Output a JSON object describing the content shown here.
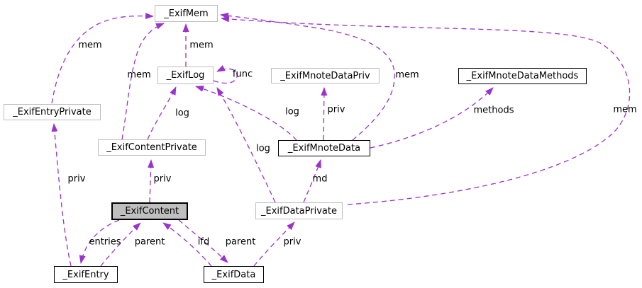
{
  "diagram": {
    "kind": "doxygen-collaboration-graph",
    "selected_struct": "_ExifContent",
    "colors": {
      "edge": "#9a32cd",
      "node_border_plain": "#bebebe",
      "node_border_documented": "#000000",
      "selected_fill": "#bfbfbf",
      "background": "#ffffff",
      "text": "#000000"
    }
  },
  "nodes": [
    {
      "label": "_ExifMem",
      "style": "plain"
    },
    {
      "label": "_ExifLog",
      "style": "plain"
    },
    {
      "label": "_ExifMnoteDataPriv",
      "style": "plain"
    },
    {
      "label": "_ExifMnoteDataMethods",
      "style": "documented"
    },
    {
      "label": "_ExifEntryPrivate",
      "style": "plain"
    },
    {
      "label": "_ExifContentPrivate",
      "style": "plain"
    },
    {
      "label": "_ExifMnoteData",
      "style": "documented"
    },
    {
      "label": "_ExifContent",
      "style": "selected"
    },
    {
      "label": "_ExifDataPrivate",
      "style": "plain"
    },
    {
      "label": "_ExifEntry",
      "style": "documented"
    },
    {
      "label": "_ExifData",
      "style": "documented"
    }
  ],
  "edges": [
    {
      "label": "mem",
      "from": "_ExifEntryPrivate",
      "to": "_ExifMem"
    },
    {
      "label": "mem",
      "from": "_ExifLog",
      "to": "_ExifMem"
    },
    {
      "label": "mem",
      "from": "_ExifContentPrivate",
      "to": "_ExifMem"
    },
    {
      "label": "func",
      "from": "_ExifLog",
      "to": "_ExifLog"
    },
    {
      "label": "mem",
      "from": "_ExifMnoteData",
      "to": "_ExifMem"
    },
    {
      "label": "mem",
      "from": "_ExifDataPrivate",
      "to": "_ExifMem"
    },
    {
      "label": "log",
      "from": "_ExifContentPrivate",
      "to": "_ExifLog"
    },
    {
      "label": "log",
      "from": "_ExifMnoteData",
      "to": "_ExifLog"
    },
    {
      "label": "priv",
      "from": "_ExifMnoteData",
      "to": "_ExifMnoteDataPriv"
    },
    {
      "label": "methods",
      "from": "_ExifMnoteData",
      "to": "_ExifMnoteDataMethods"
    },
    {
      "label": "log",
      "from": "_ExifDataPrivate",
      "to": "_ExifLog"
    },
    {
      "label": "priv",
      "from": "_ExifEntry",
      "to": "_ExifEntryPrivate"
    },
    {
      "label": "priv",
      "from": "_ExifContent",
      "to": "_ExifContentPrivate"
    },
    {
      "label": "md",
      "from": "_ExifDataPrivate",
      "to": "_ExifMnoteData"
    },
    {
      "label": "entries",
      "from": "_ExifContent",
      "to": "_ExifEntry"
    },
    {
      "label": "parent",
      "from": "_ExifEntry",
      "to": "_ExifContent"
    },
    {
      "label": "ifd",
      "from": "_ExifData",
      "to": "_ExifContent"
    },
    {
      "label": "parent",
      "from": "_ExifContent",
      "to": "_ExifData"
    },
    {
      "label": "priv",
      "from": "_ExifData",
      "to": "_ExifDataPrivate"
    }
  ]
}
